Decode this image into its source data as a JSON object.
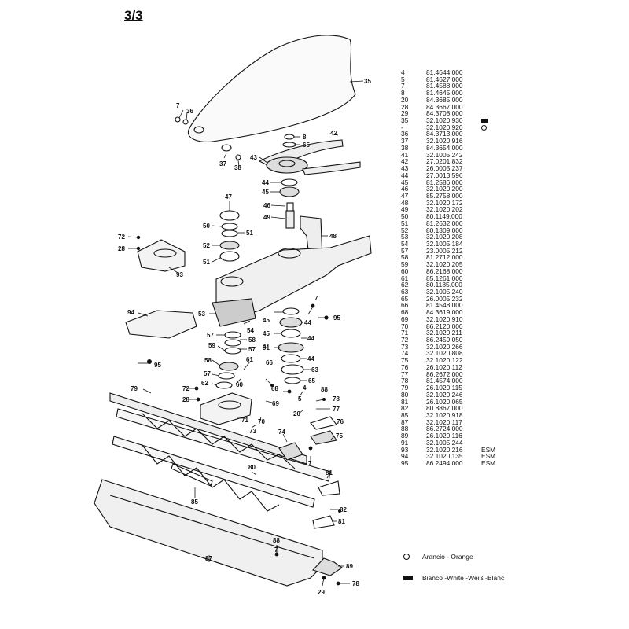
{
  "page_title": "3/3",
  "parts": [
    {
      "no": "4",
      "code": "81.4644.000",
      "note": ""
    },
    {
      "no": "5",
      "code": "81.4627.000",
      "note": ""
    },
    {
      "no": "7",
      "code": "81.4588.000",
      "note": ""
    },
    {
      "no": "8",
      "code": "81.4645.000",
      "note": ""
    },
    {
      "no": "20",
      "code": "84.3685.000",
      "note": ""
    },
    {
      "no": "28",
      "code": "84.3667.000",
      "note": ""
    },
    {
      "no": "29",
      "code": "84.3708.000",
      "note": ""
    },
    {
      "no": "35",
      "code": "32.1020.930",
      "note": "",
      "mark": "filled"
    },
    {
      "no": "-",
      "code": "32.1020.920",
      "note": "",
      "mark": "circle"
    },
    {
      "no": "36",
      "code": "84.3713.000",
      "note": ""
    },
    {
      "no": "37",
      "code": "32.1020.916",
      "note": ""
    },
    {
      "no": "38",
      "code": "84.3654.000",
      "note": ""
    },
    {
      "no": "41",
      "code": "32.1005.242",
      "note": ""
    },
    {
      "no": "42",
      "code": "27.0201.832",
      "note": ""
    },
    {
      "no": "43",
      "code": "26.0005.237",
      "note": ""
    },
    {
      "no": "44",
      "code": "27.0013.596",
      "note": ""
    },
    {
      "no": "45",
      "code": "81.2586.000",
      "note": ""
    },
    {
      "no": "46",
      "code": "32.1020.200",
      "note": ""
    },
    {
      "no": "47",
      "code": "85.2758.000",
      "note": ""
    },
    {
      "no": "48",
      "code": "32.1020.172",
      "note": ""
    },
    {
      "no": "49",
      "code": "32.1020.202",
      "note": ""
    },
    {
      "no": "50",
      "code": "80.1149.000",
      "note": ""
    },
    {
      "no": "51",
      "code": "81.2632.000",
      "note": ""
    },
    {
      "no": "52",
      "code": "80.1309.000",
      "note": ""
    },
    {
      "no": "53",
      "code": "32.1020.208",
      "note": ""
    },
    {
      "no": "54",
      "code": "32.1005.184",
      "note": ""
    },
    {
      "no": "57",
      "code": "23.0005.212",
      "note": ""
    },
    {
      "no": "58",
      "code": "81.2712.000",
      "note": ""
    },
    {
      "no": "59",
      "code": "32.1020.205",
      "note": ""
    },
    {
      "no": "60",
      "code": "86.2168.000",
      "note": ""
    },
    {
      "no": "61",
      "code": "85.1261.000",
      "note": ""
    },
    {
      "no": "62",
      "code": "80.1185.000",
      "note": ""
    },
    {
      "no": "63",
      "code": "32.1005.240",
      "note": ""
    },
    {
      "no": "65",
      "code": "26.0005.232",
      "note": ""
    },
    {
      "no": "66",
      "code": "81.4548.000",
      "note": ""
    },
    {
      "no": "68",
      "code": "84.3619.000",
      "note": ""
    },
    {
      "no": "69",
      "code": "32.1020.910",
      "note": ""
    },
    {
      "no": "70",
      "code": "86.2120.000",
      "note": ""
    },
    {
      "no": "71",
      "code": "32.1020.211",
      "note": ""
    },
    {
      "no": "72",
      "code": "86.2459.050",
      "note": ""
    },
    {
      "no": "73",
      "code": "32.1020.266",
      "note": ""
    },
    {
      "no": "74",
      "code": "32.1020.808",
      "note": ""
    },
    {
      "no": "75",
      "code": "32.1020.122",
      "note": ""
    },
    {
      "no": "76",
      "code": "26.1020.112",
      "note": ""
    },
    {
      "no": "77",
      "code": "86.2672.000",
      "note": ""
    },
    {
      "no": "78",
      "code": "81.4574.000",
      "note": ""
    },
    {
      "no": "79",
      "code": "26.1020.115",
      "note": ""
    },
    {
      "no": "80",
      "code": "32.1020.246",
      "note": ""
    },
    {
      "no": "81",
      "code": "26.1020.065",
      "note": ""
    },
    {
      "no": "82",
      "code": "80.8867.000",
      "note": ""
    },
    {
      "no": "85",
      "code": "32.1020.918",
      "note": ""
    },
    {
      "no": "87",
      "code": "32.1020.117",
      "note": ""
    },
    {
      "no": "88",
      "code": "86.2724.000",
      "note": ""
    },
    {
      "no": "89",
      "code": "26.1020.116",
      "note": ""
    },
    {
      "no": "91",
      "code": "32.1005.244",
      "note": ""
    },
    {
      "no": "93",
      "code": "32.1020.216",
      "note": "ESM"
    },
    {
      "no": "94",
      "code": "32.1020.135",
      "note": "ESM"
    },
    {
      "no": "95",
      "code": "86.2494.000",
      "note": "ESM"
    }
  ],
  "legend": {
    "orange_label": "Arancio - Orange",
    "white_label": "Bianco -White -Weiß -Blanc"
  },
  "callouts": {
    "c4a": "4",
    "c5": "5",
    "c7a": "7",
    "c7b": "7",
    "c7c": "7",
    "c7d": "7",
    "c8": "8",
    "c20": "20",
    "c28a": "28",
    "c28b": "28",
    "c29": "29",
    "c35": "35",
    "c36": "36",
    "c37": "37",
    "c38": "38",
    "c41": "41",
    "c42": "42",
    "c43": "43",
    "c44a": "44",
    "c44b": "44",
    "c44c": "44",
    "c44d": "44",
    "c45a": "45",
    "c45b": "45",
    "c45c": "45",
    "c46": "46",
    "c47": "47",
    "c48": "48",
    "c49": "49",
    "c50": "50",
    "c51a": "51",
    "c51b": "51",
    "c52": "52",
    "c53": "53",
    "c54": "54",
    "c57a": "57",
    "c57b": "57",
    "c57c": "57",
    "c58a": "58",
    "c58b": "58",
    "c59": "59",
    "c60": "60",
    "c61": "61",
    "c62": "62",
    "c63": "63",
    "c65a": "65",
    "c65b": "65",
    "c66": "66",
    "c68": "68",
    "c69": "69",
    "c70": "70",
    "c71": "71",
    "c72a": "72",
    "c72b": "72",
    "c73": "73",
    "c74": "74",
    "c75": "75",
    "c76": "76",
    "c77": "77",
    "c78a": "78",
    "c78b": "78",
    "c79": "79",
    "c80": "80",
    "c81a": "81",
    "c81b": "81",
    "c82": "82",
    "c85": "85",
    "c87": "87",
    "c88": "88",
    "c89": "89",
    "c91": "91",
    "c93": "93",
    "c94": "94",
    "c95a": "95",
    "c95b": "95"
  }
}
